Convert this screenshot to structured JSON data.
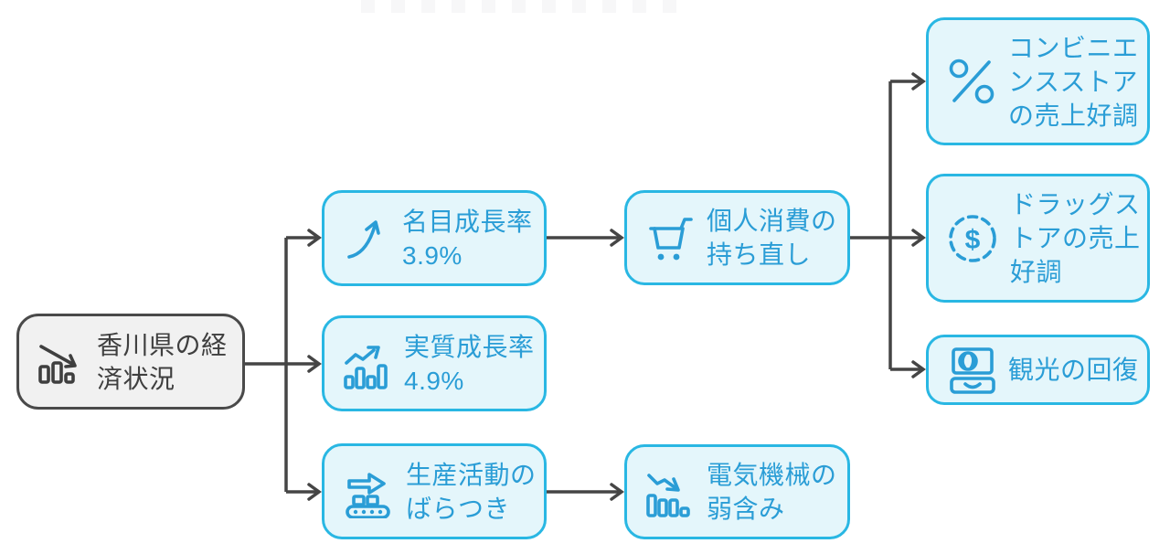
{
  "diagram_title": "",
  "colors": {
    "node_fill": "#e4f6fb",
    "node_border": "#29b7e3",
    "node_text": "#2a9dd6",
    "root_fill": "#f1f1f1",
    "root_border": "#4a4a4a",
    "root_text": "#3f3f3f",
    "connector": "#454545",
    "background": "#ffffff"
  },
  "watermark": {
    "square_count": 11
  },
  "nodes": {
    "root": {
      "label": "香川県の経\n済状況",
      "icon": "bar-chart-decreasing-icon"
    },
    "nominal_growth": {
      "label": "名目成長率\n3.9%",
      "icon": "trend-up-curve-icon"
    },
    "real_growth": {
      "label": "実質成長率\n4.9%",
      "icon": "bar-chart-increasing-icon"
    },
    "production": {
      "label": "生産活動の\nばらつき",
      "icon": "conveyor-belt-icon"
    },
    "consumption": {
      "label": "個人消費の\n持ち直し",
      "icon": "shopping-cart-icon"
    },
    "electrical": {
      "label": "電気機械の\n弱含み",
      "icon": "bar-chart-declining-icon"
    },
    "convenience": {
      "label": "コンビニエ\nンスストア\nの売上好調",
      "icon": "percent-icon"
    },
    "drugstore": {
      "label": "ドラッグス\nトアの売上\n好調",
      "icon": "dollar-circle-icon"
    },
    "tourism": {
      "label": "観光の回復",
      "icon": "suitcase-globe-icon"
    }
  },
  "glyphs": {
    "dollar": "$"
  }
}
